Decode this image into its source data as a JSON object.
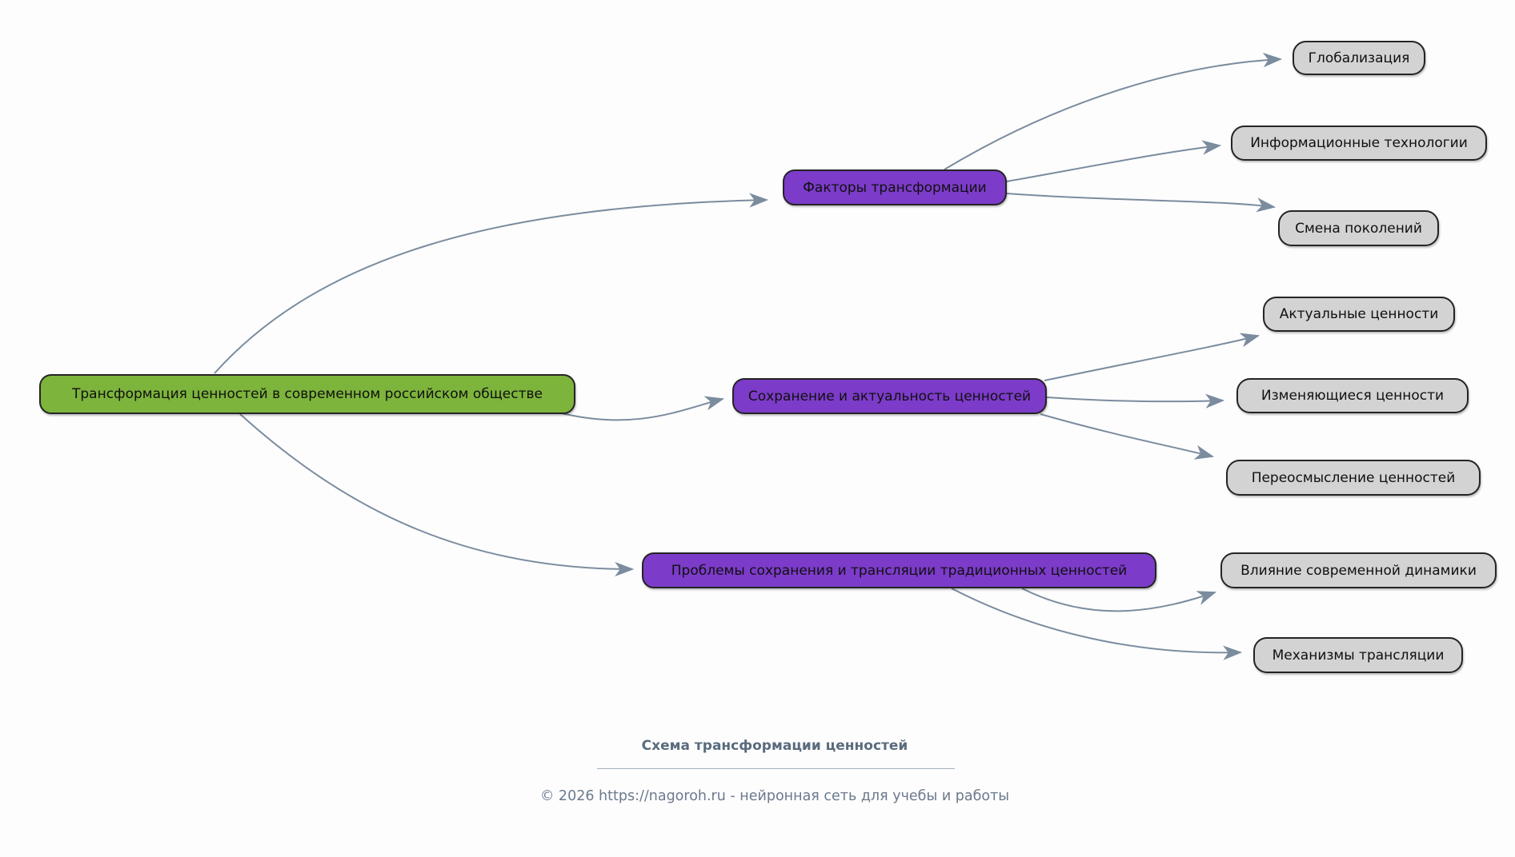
{
  "mindmap": {
    "root": {
      "label": "Трансформация ценностей в современном российском обществе"
    },
    "branches": [
      {
        "label": "Факторы трансформации",
        "children": [
          {
            "label": "Глобализация"
          },
          {
            "label": "Информационные технологии"
          },
          {
            "label": "Смена поколений"
          }
        ]
      },
      {
        "label": "Сохранение и актуальность ценностей",
        "children": [
          {
            "label": "Актуальные ценности"
          },
          {
            "label": "Изменяющиеся ценности"
          },
          {
            "label": "Переосмысление ценностей"
          }
        ]
      },
      {
        "label": "Проблемы сохранения и трансляции традиционных ценностей",
        "children": [
          {
            "label": "Влияние современной динамики"
          },
          {
            "label": "Механизмы трансляции"
          }
        ]
      }
    ]
  },
  "footer": {
    "title": "Схема трансформации ценностей",
    "copyright": "© 2026 https://nagoroh.ru - нейронная сеть для учебы и работы"
  },
  "colors": {
    "root_fill": "#7db43c",
    "branch_fill": "#7c3bc9",
    "leaf_fill": "#d3d3d3",
    "edge": "#7b8c9e",
    "node_border": "#242424",
    "footer_text": "#5a6b7d"
  }
}
